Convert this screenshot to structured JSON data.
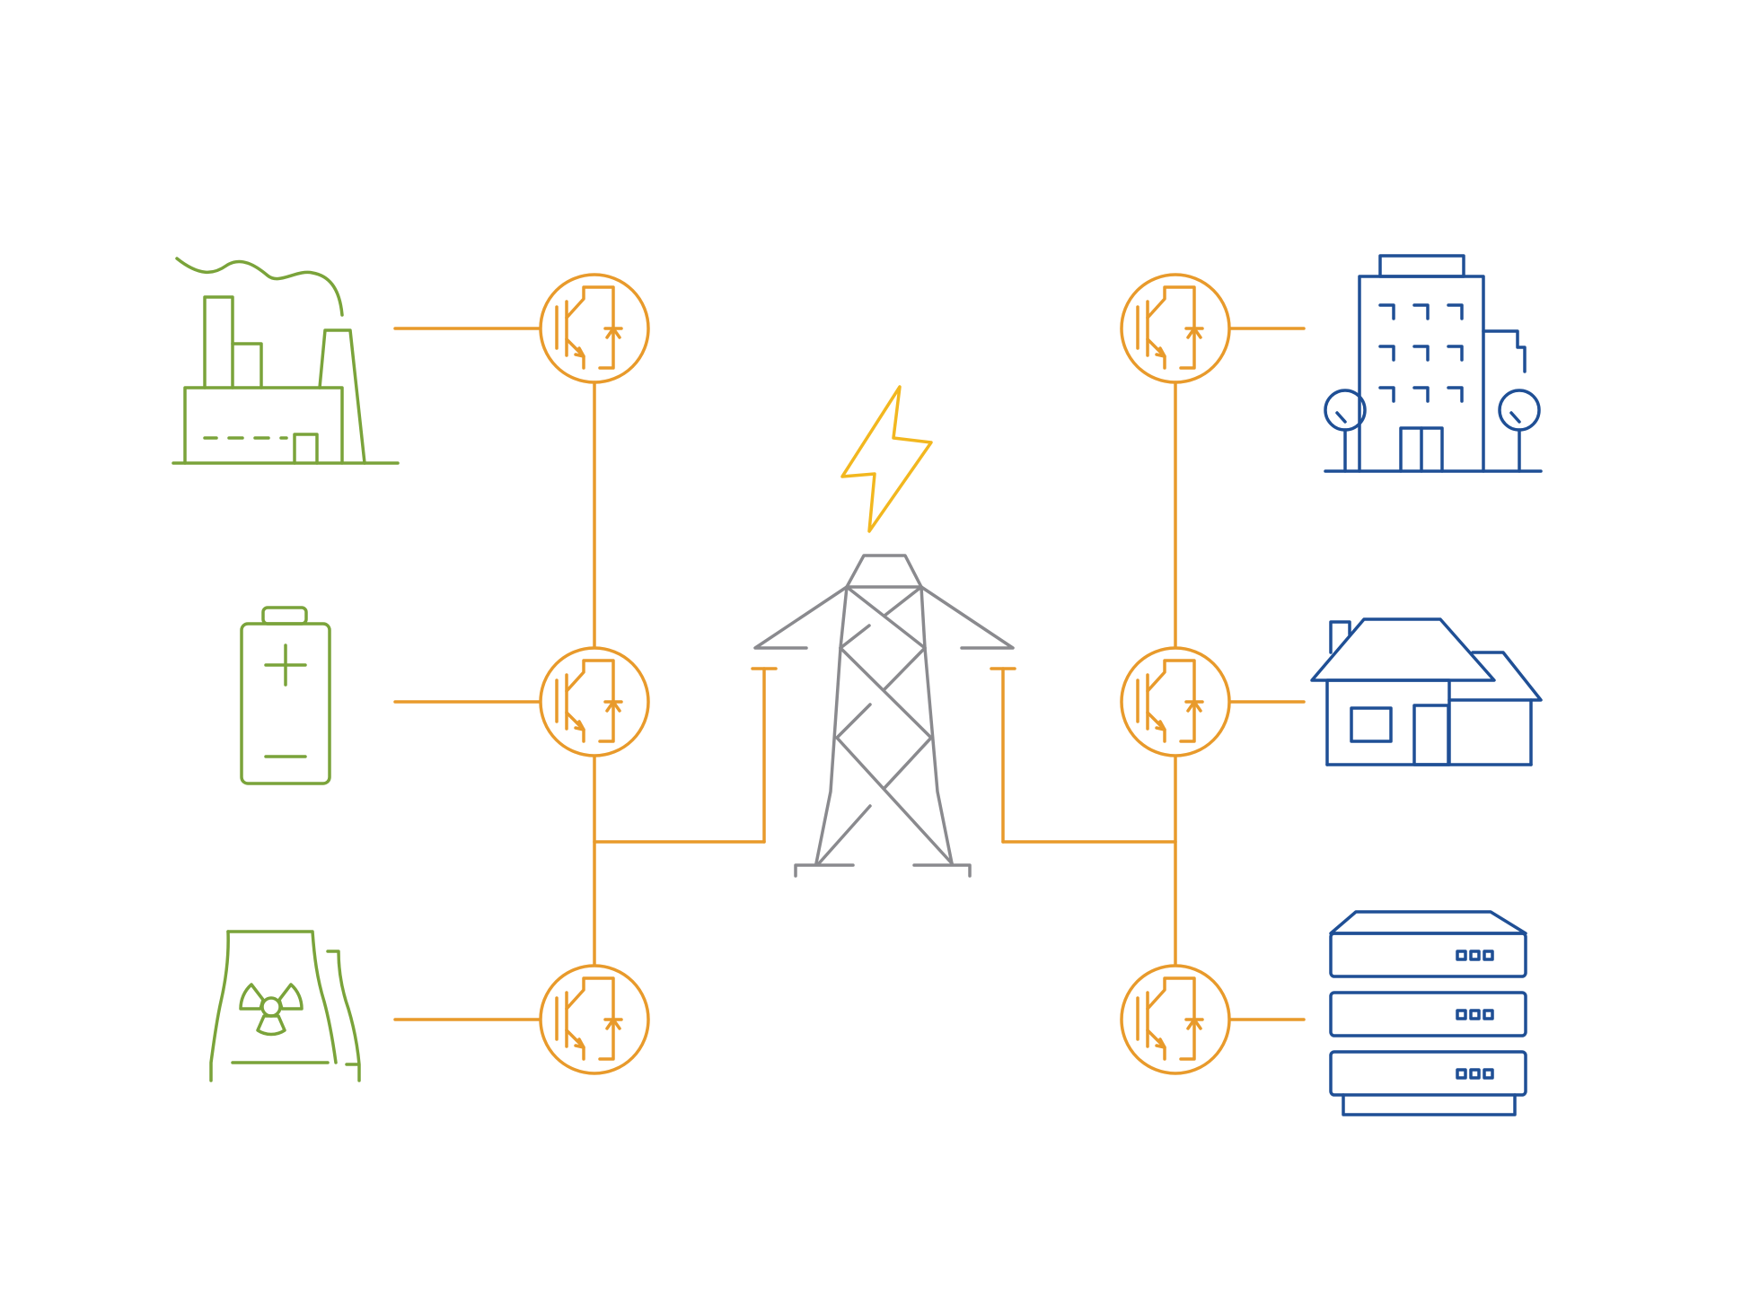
{
  "colors": {
    "background": "#ffffff",
    "sources": "#7aa33a",
    "converters": "#e89a2b",
    "grid_wires": "#e89a2b",
    "lightning": "#f2b71f",
    "tower": "#8a8a8e",
    "consumers": "#1f4f95"
  },
  "nodes": {
    "sources": [
      {
        "id": "factory",
        "icon": "factory-icon"
      },
      {
        "id": "battery",
        "icon": "battery-icon"
      },
      {
        "id": "nuclear-plant",
        "icon": "nuclear-plant-icon"
      }
    ],
    "converters": [
      {
        "id": "converter-factory",
        "icon": "igbt-symbol-icon"
      },
      {
        "id": "converter-battery",
        "icon": "igbt-symbol-icon"
      },
      {
        "id": "converter-nuclear",
        "icon": "igbt-symbol-icon"
      },
      {
        "id": "converter-office",
        "icon": "igbt-symbol-icon"
      },
      {
        "id": "converter-house",
        "icon": "igbt-symbol-icon"
      },
      {
        "id": "converter-datacenter",
        "icon": "igbt-symbol-icon"
      }
    ],
    "center": [
      {
        "id": "transmission-tower",
        "icon": "transmission-tower-icon"
      },
      {
        "id": "lightning",
        "icon": "lightning-bolt-icon"
      }
    ],
    "consumers": [
      {
        "id": "office-building",
        "icon": "office-building-icon"
      },
      {
        "id": "house",
        "icon": "house-icon"
      },
      {
        "id": "data-center",
        "icon": "server-rack-icon"
      }
    ]
  }
}
